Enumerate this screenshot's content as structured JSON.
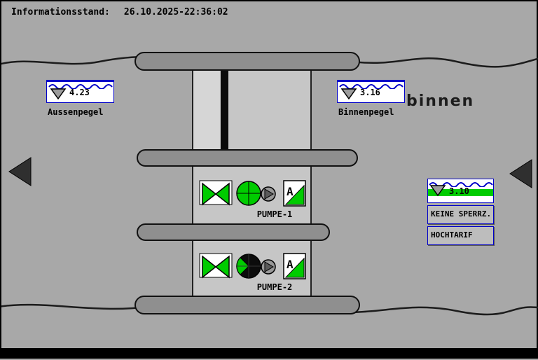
{
  "header": {
    "label": "Informationsstand:",
    "timestamp": "26.10.2025-22:36:02"
  },
  "levels": {
    "aussenpegel": {
      "label": "Aussenpegel",
      "value": "4.23"
    },
    "binnenpegel": {
      "label": "Binnenpegel",
      "value": "3.16"
    },
    "binnen_level": {
      "value": "3.10"
    }
  },
  "area_label": "binnen",
  "pumps": [
    {
      "label": "PUMPE-1",
      "mode": "A",
      "state": "running",
      "state_color": "#00cc00"
    },
    {
      "label": "PUMPE-2",
      "mode": "A",
      "state": "stopped",
      "state_color": "#0c0c0c"
    }
  ],
  "status": {
    "sperrzeit": "KEINE SPERRZ.",
    "tarif": "HOCHTARIF"
  },
  "colors": {
    "accent_blue": "#0000c8",
    "active_green": "#00cc00",
    "background_gray": "#a8a8a8",
    "structure_gray": "#8f8f8f"
  }
}
